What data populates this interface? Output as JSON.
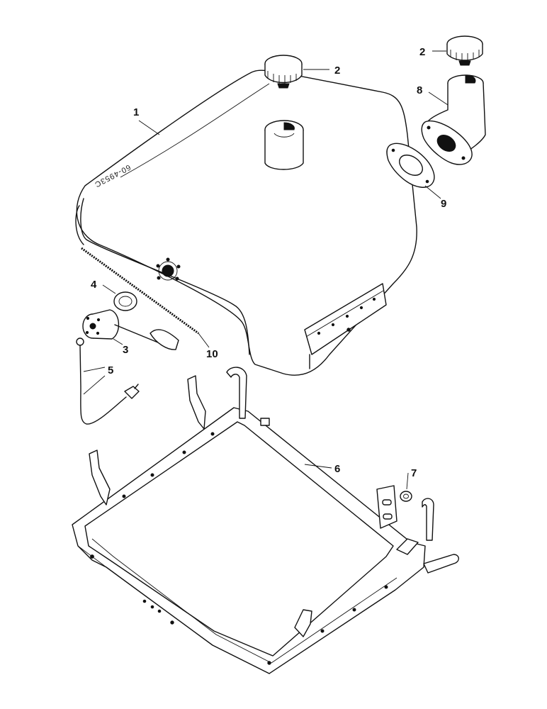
{
  "reference_code": "60-4953C",
  "callouts": {
    "tank": "1",
    "cap_top": "2",
    "cap_right": "2",
    "sender_unit": "3",
    "sender_gasket": "4",
    "wire_harness": "5",
    "tank_frame": "6",
    "washer": "7",
    "filler_neck": "8",
    "neck_gasket": "9",
    "seal_strip": "10"
  },
  "colors": {
    "ink": "#111111",
    "paper": "#ffffff"
  }
}
